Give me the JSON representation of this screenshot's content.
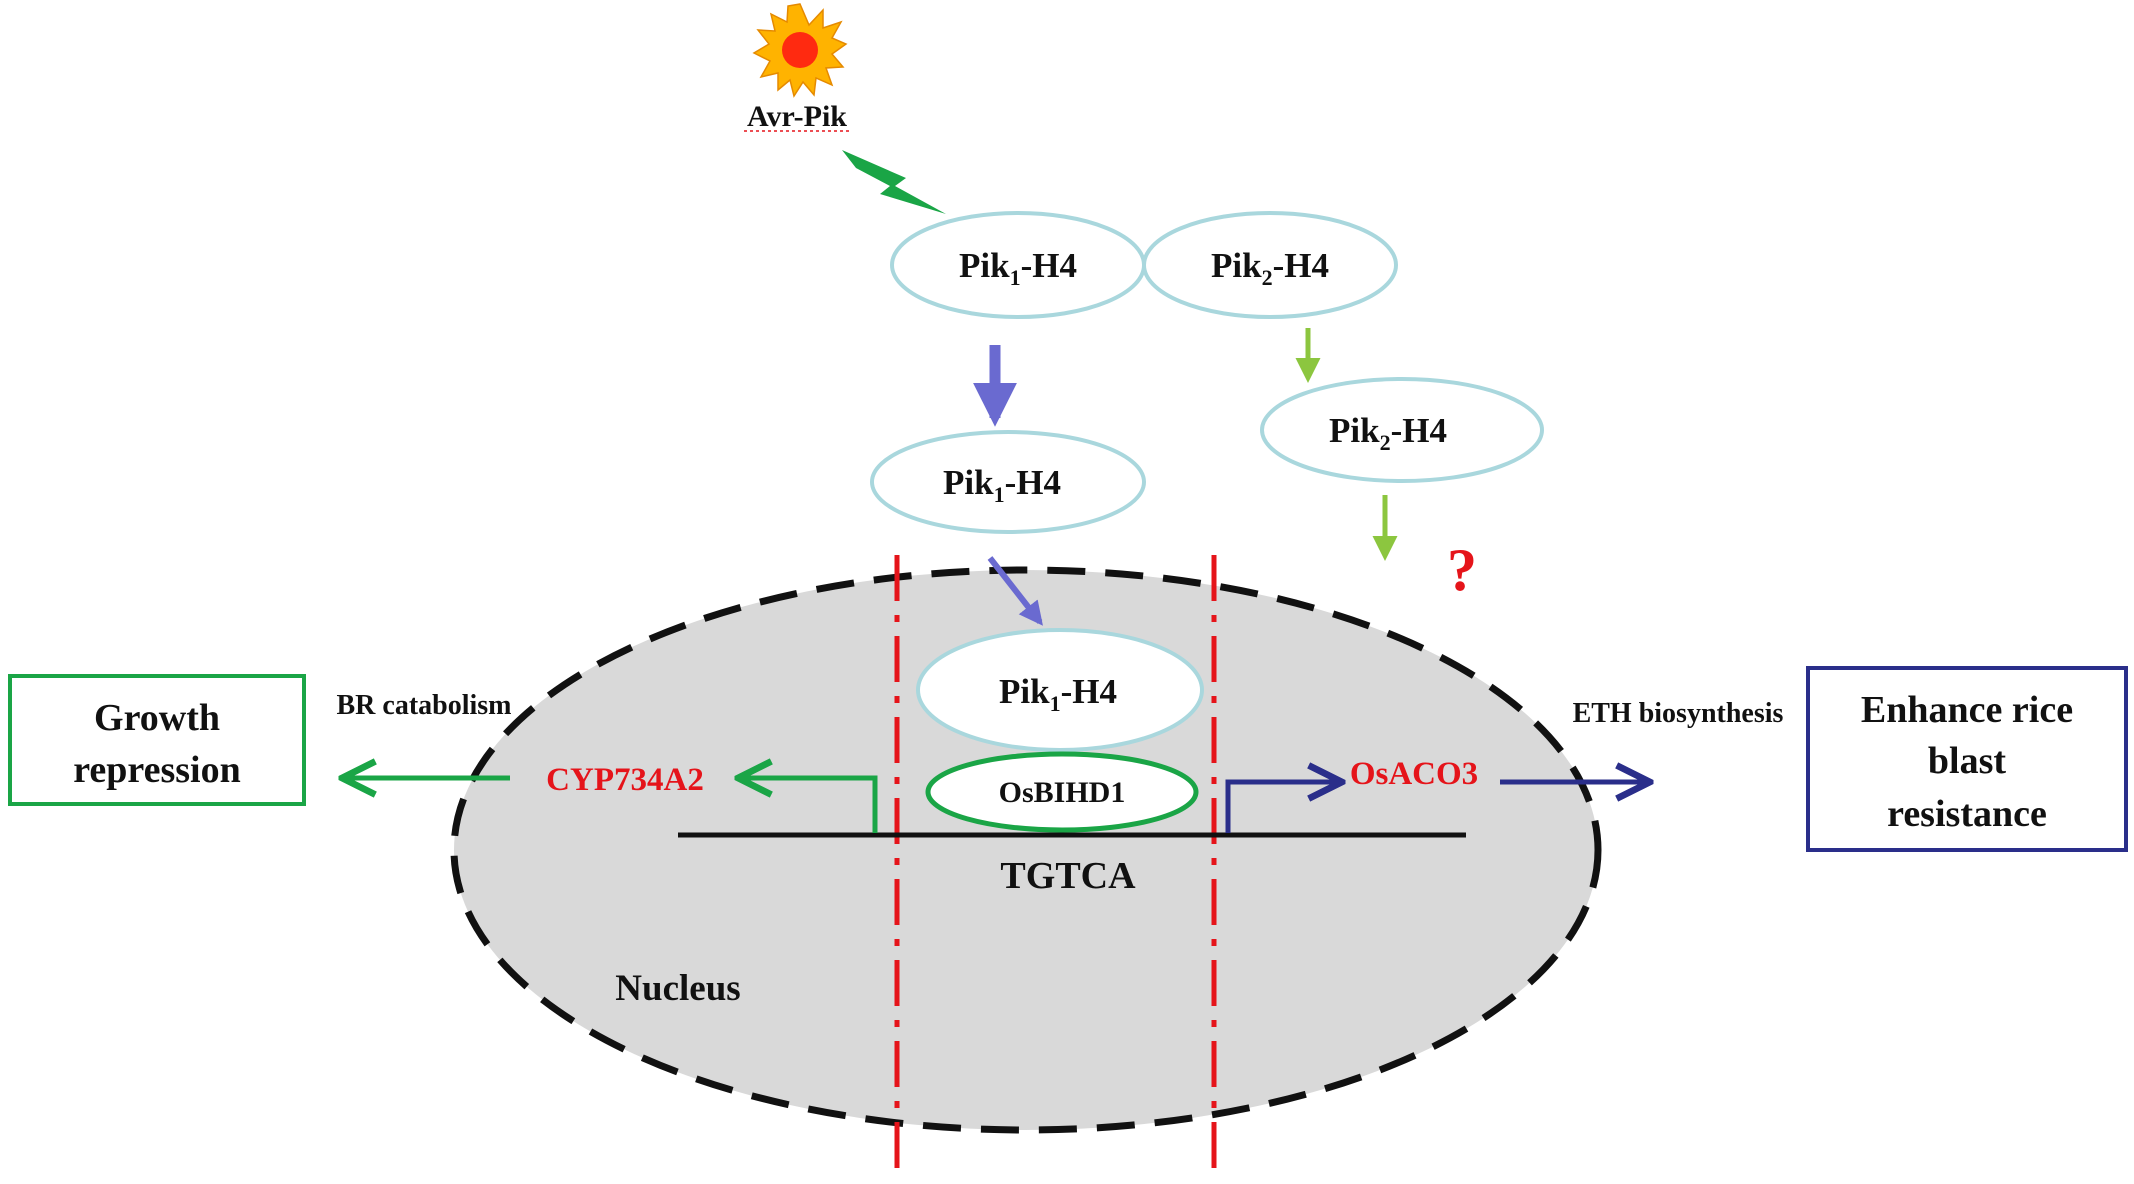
{
  "signal": {
    "label": "Avr-Pik",
    "icon": "sun-icon",
    "color": "#ff2a10"
  },
  "proteins": {
    "pik1_top": {
      "base": "Pik",
      "sub": "1",
      "suffix": "-H4"
    },
    "pik2_top": {
      "base": "Pik",
      "sub": "2",
      "suffix": "-H4"
    },
    "pik1_mid": {
      "base": "Pik",
      "sub": "1",
      "suffix": "-H4"
    },
    "pik2_mid": {
      "base": "Pik",
      "sub": "2",
      "suffix": "-H4"
    },
    "pik1_nucleus": {
      "base": "Pik",
      "sub": "1",
      "suffix": "-H4"
    },
    "osbihd1": "OsBIHD1"
  },
  "nucleus": {
    "label": "Nucleus",
    "sequence": "TGTCA",
    "fill": "#d9d9d9"
  },
  "genes": {
    "left": "CYP734A2",
    "right": "OsACO3",
    "color": "#e5141a"
  },
  "processes": {
    "left": "BR catabolism",
    "right": "ETH biosynthesis"
  },
  "outcomes": {
    "left": {
      "lines": [
        "Growth",
        "repression"
      ],
      "color": "#1aa546"
    },
    "right": {
      "lines": [
        "Enhance rice",
        "blast",
        "resistance"
      ],
      "color": "#2a2e8a"
    }
  },
  "unknown_mark": "?",
  "colors": {
    "ellipse_stroke": "#a9d7dd",
    "arrow_purple": "#6a6ad0",
    "arrow_light_green": "#8cc63f",
    "arrow_green": "#1aa546",
    "arrow_navy": "#2a2e8a",
    "lightning": "#1aa546",
    "boundary": "#e5141a"
  }
}
